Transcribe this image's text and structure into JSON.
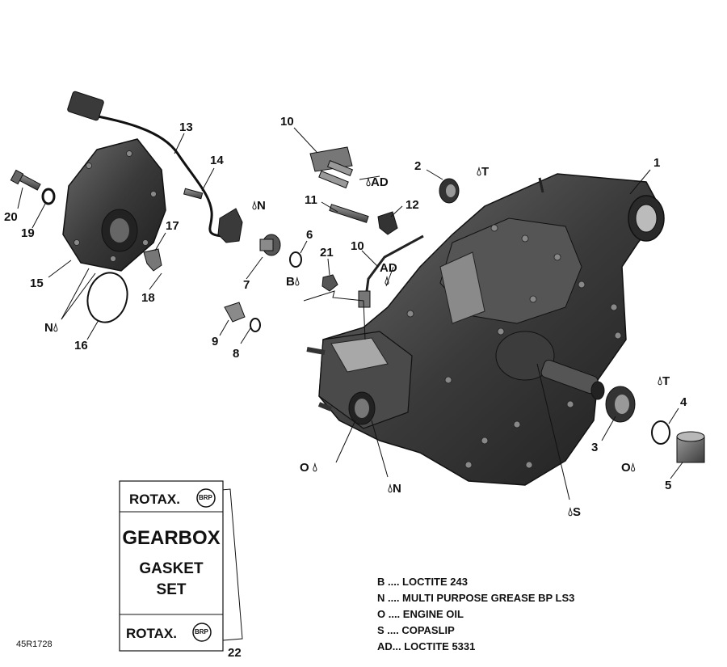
{
  "figure_id": "45R1728",
  "callouts": {
    "c1": "1",
    "c2": "2",
    "c3": "3",
    "c4": "4",
    "c5": "5",
    "c6": "6",
    "c7": "7",
    "c8": "8",
    "c9": "9",
    "c10a": "10",
    "c10b": "10",
    "c11": "11",
    "c12": "12",
    "c13": "13",
    "c14": "14",
    "c15": "15",
    "c16": "16",
    "c17": "17",
    "c18": "18",
    "c19": "19",
    "c20": "20",
    "c21": "21",
    "c22": "22"
  },
  "product_codes": {
    "t_1": "T",
    "t_2": "T",
    "ad_1": "AD",
    "ad_2": "AD",
    "n_1": "N",
    "n_2": "N",
    "n_3": "N",
    "b_1": "B",
    "o_1": "O",
    "o_2": "O",
    "s_1": "S"
  },
  "gasket_card": {
    "brand_top": "ROTAX.",
    "line1": "GEARBOX",
    "line2": "GASKET",
    "line3": "SET",
    "brand_bottom": "ROTAX.",
    "badge": "BRP"
  },
  "legend": [
    {
      "code": "B",
      "text": "B .... LOCTITE 243"
    },
    {
      "code": "N",
      "text": "N .... MULTI PURPOSE GREASE BP LS3"
    },
    {
      "code": "O",
      "text": "O .... ENGINE OIL"
    },
    {
      "code": "S",
      "text": "S .... COPASLIP"
    },
    {
      "code": "AD",
      "text": "AD... LOCTITE 5331"
    }
  ]
}
